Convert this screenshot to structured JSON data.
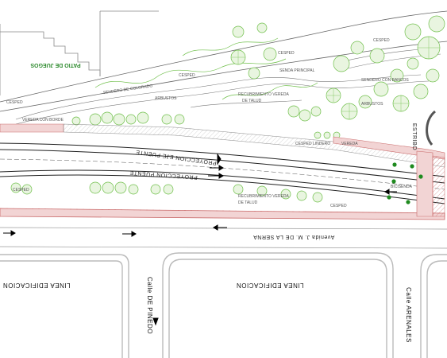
{
  "plan": {
    "labels": {
      "proyeccion_eje_puente": "PROYECCION EJE PUENTE",
      "proyeccion_puente": "PROYECCION PUENTE",
      "avenida": "Avenida J. M. DE LA SERNA",
      "linea_edificacion_left": "LINEA EDIFICACION",
      "linea_edificacion_center": "LINEA EDIFICACION",
      "calle_pinedo": "Calle DE PINEDO",
      "calle_arenales": "Calle ARENALES",
      "patio_juegos": "PATIO DE JUEGOS",
      "estribo": "ESTRIBO",
      "cesped_1": "CESPED",
      "cesped_2": "CESPED",
      "cesped_3": "CESPED",
      "cesped_4": "CESPED",
      "cesped_5": "CESPED",
      "cesped_6": "CESPED",
      "arbustos": "ARBUSTOS",
      "arbustos_2": "ARBUSTOS",
      "senda_principal": "SENDA PRINCIPAL",
      "sendero_colorado": "SENDERO DE COLORADO",
      "sendero_banco": "SENDERO CON BANCOS",
      "de_talud": "DE TALUD",
      "de_talud_2": "DE TALUD",
      "recubrimiento_1": "RECUBRIMIENTO VEREDA",
      "recubrimiento_2": "RECUBRIMIENTO VEREDA",
      "vereda_1": "VEREDA CON BORDE",
      "vereda_2": "VEREDA",
      "cesped_lindero": "CESPED LINDERO",
      "bicisenda": "BICISENDA"
    },
    "colors": {
      "walkway": "#e8b8b8",
      "walkway_line": "#c96a6a",
      "tree": "#6fbf4a",
      "tree_light": "#a8d88a",
      "dot": "#1f8a1f",
      "road_line": "#222222",
      "block": "#bbbbbb"
    }
  }
}
